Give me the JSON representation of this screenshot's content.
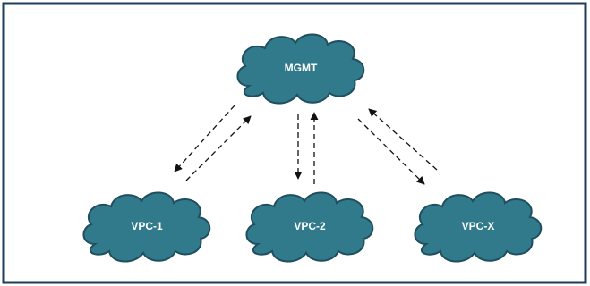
{
  "colors": {
    "frame": "#1f3c5a",
    "cloud_fill": "#317a8c",
    "cloud_stroke": "#1f4e5e",
    "arrow": "#111111",
    "label": "#ffffff"
  },
  "nodes": [
    {
      "id": "mgmt",
      "label": "MGMT"
    },
    {
      "id": "vpc1",
      "label": "VPC-1"
    },
    {
      "id": "vpc2",
      "label": "VPC-2"
    },
    {
      "id": "vpcx",
      "label": "VPC-X"
    }
  ],
  "connections": [
    {
      "from": "mgmt",
      "to": "vpc1",
      "style": "dashed",
      "direction": "bidirectional"
    },
    {
      "from": "mgmt",
      "to": "vpc2",
      "style": "dashed",
      "direction": "bidirectional"
    },
    {
      "from": "mgmt",
      "to": "vpcx",
      "style": "dashed",
      "direction": "bidirectional"
    }
  ]
}
